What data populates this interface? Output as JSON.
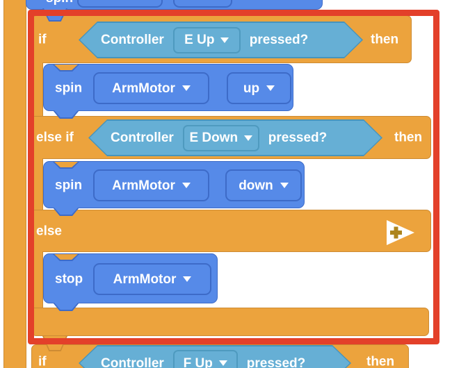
{
  "colors": {
    "control_orange": "#ECA33D",
    "control_outline": "#CD8B33",
    "motion_blue": "#568AE8",
    "motion_outline": "#3D6BC8",
    "sensing_blue": "#66AFD5",
    "sensing_outline": "#4794BC",
    "selection_red": "#E3402A",
    "plus_icon_gold": "#AD851E",
    "canvas_white": "#FFFFFF"
  },
  "top_partial_block": {
    "verb": "spin"
  },
  "if_block": {
    "if_label": "if",
    "then_label": "then",
    "else_if_label": "else if",
    "else_label": "else",
    "branch1": {
      "condition": {
        "device": "Controller",
        "button": "E Up",
        "question": "pressed?"
      },
      "action": {
        "verb": "spin",
        "motor": "ArmMotor",
        "direction": "up"
      }
    },
    "branch2": {
      "condition": {
        "device": "Controller",
        "button": "E Down",
        "question": "pressed?"
      },
      "action": {
        "verb": "spin",
        "motor": "ArmMotor",
        "direction": "down"
      }
    },
    "else_branch": {
      "action": {
        "verb": "stop",
        "motor": "ArmMotor"
      }
    }
  },
  "next_if_block": {
    "if_label": "if",
    "then_label": "then",
    "condition": {
      "device": "Controller",
      "button": "F Up",
      "question": "pressed?"
    }
  }
}
